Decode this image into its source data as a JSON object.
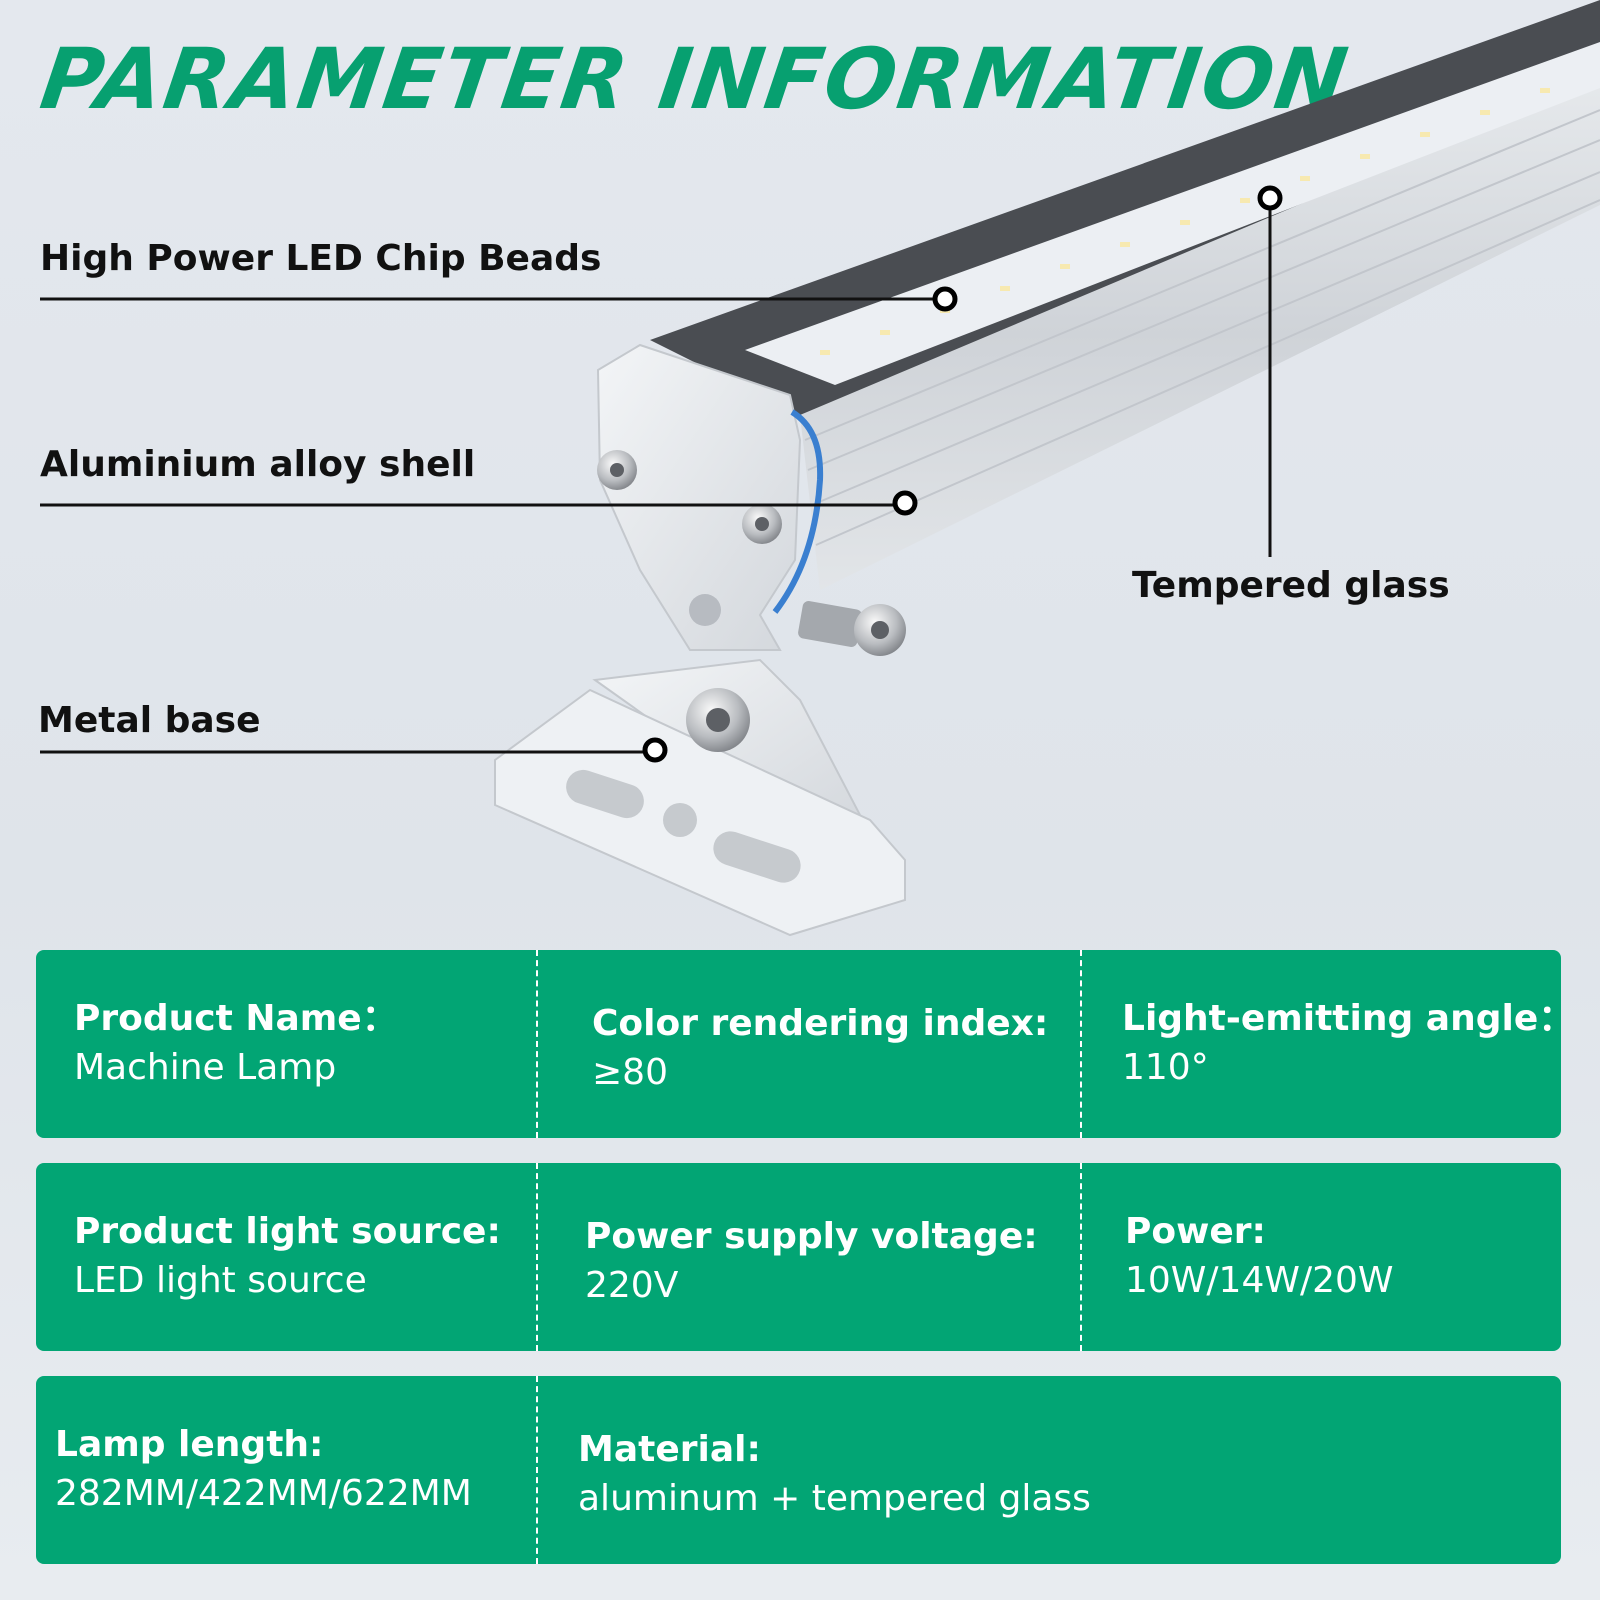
{
  "title": "PARAMETER INFORMATION",
  "callouts": [
    {
      "label": "High Power LED Chip Beads"
    },
    {
      "label": "Aluminium alloy shell"
    },
    {
      "label": "Tempered glass"
    },
    {
      "label": "Metal base"
    }
  ],
  "specs": [
    [
      {
        "label": "Product Name：",
        "value": "Machine Lamp"
      },
      {
        "label": "Color rendering index:",
        "value": "≥80"
      },
      {
        "label": "Light-emitting angle：",
        "value": "110°"
      }
    ],
    [
      {
        "label": "Product light source:",
        "value": "LED light source"
      },
      {
        "label": "Power supply voltage:",
        "value": "220V"
      },
      {
        "label": "Power:",
        "value": "10W/14W/20W"
      }
    ],
    [
      {
        "label": "Lamp length:",
        "value": "282MM/422MM/622MM"
      },
      {
        "label": "Material:",
        "value": "aluminum + tempered glass"
      }
    ]
  ],
  "colors": {
    "accent": "#02a574",
    "title": "#07a070"
  }
}
